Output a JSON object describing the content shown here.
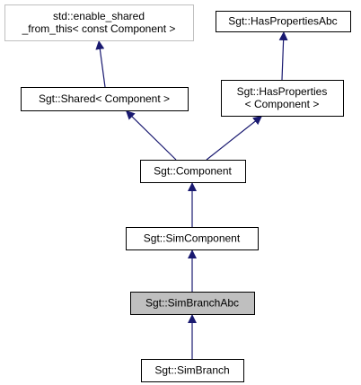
{
  "diagram": {
    "colors": {
      "edge": "#191970",
      "node_border": "#000000",
      "external_border": "#bfbfbf",
      "highlight_fill": "#bfbfbf",
      "node_fill": "#ffffff"
    },
    "nodes": [
      {
        "id": "enable-shared",
        "lines": [
          "std::enable_shared",
          "_from_this< const Component >"
        ],
        "external": true
      },
      {
        "id": "has-properties-abc",
        "lines": [
          "Sgt::HasPropertiesAbc"
        ]
      },
      {
        "id": "shared",
        "lines": [
          "Sgt::Shared< Component >"
        ]
      },
      {
        "id": "has-properties",
        "lines": [
          "Sgt::HasProperties",
          "< Component >"
        ]
      },
      {
        "id": "component",
        "lines": [
          "Sgt::Component"
        ]
      },
      {
        "id": "sim-component",
        "lines": [
          "Sgt::SimComponent"
        ]
      },
      {
        "id": "sim-branch-abc",
        "lines": [
          "Sgt::SimBranchAbc"
        ],
        "highlight": true
      },
      {
        "id": "sim-branch",
        "lines": [
          "Sgt::SimBranch"
        ]
      }
    ],
    "edges": [
      {
        "from": "shared",
        "to": "enable-shared"
      },
      {
        "from": "has-properties",
        "to": "has-properties-abc"
      },
      {
        "from": "component",
        "to": "shared"
      },
      {
        "from": "component",
        "to": "has-properties"
      },
      {
        "from": "sim-component",
        "to": "component"
      },
      {
        "from": "sim-branch-abc",
        "to": "sim-component"
      },
      {
        "from": "sim-branch",
        "to": "sim-branch-abc"
      }
    ]
  }
}
